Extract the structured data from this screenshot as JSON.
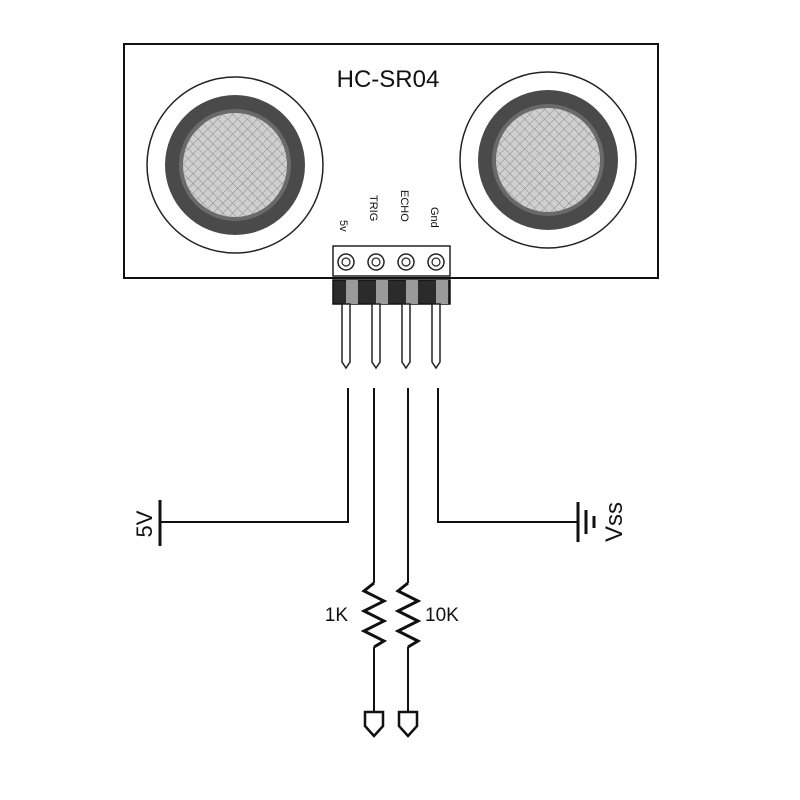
{
  "module": {
    "name": "HC-SR04",
    "pins": [
      "5v",
      "TRIG",
      "ECHO",
      "Gnd"
    ]
  },
  "labels": {
    "supply": "5V",
    "ground": "Vss",
    "r1": "1K",
    "r2": "10K"
  },
  "colors": {
    "line": "#111111",
    "ring_dark": "#4a4a4a",
    "mesh_fill": "#c8c8c8"
  }
}
